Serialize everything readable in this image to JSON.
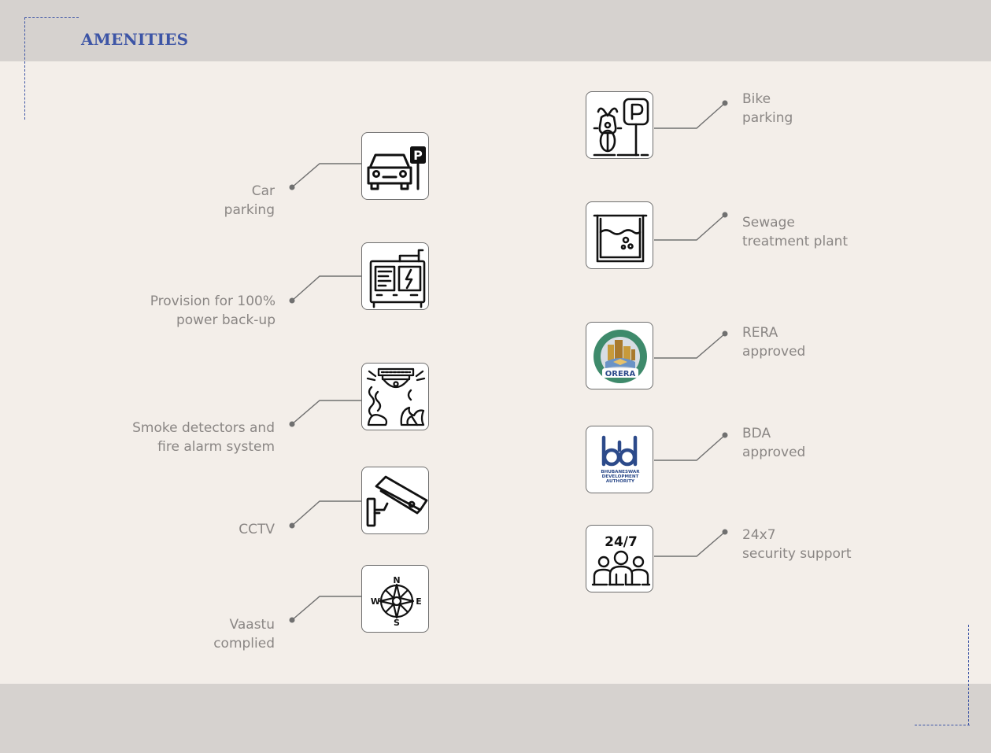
{
  "header": {
    "title": "AMENITIES"
  },
  "colors": {
    "accent": "#3d55a6",
    "band": "#d6d2cf",
    "background": "#f3eee9",
    "label": "#8a8684",
    "connector": "#707070"
  },
  "amenities_left": [
    {
      "icon": "car-parking-icon",
      "line1": "Car",
      "line2": "parking"
    },
    {
      "icon": "power-generator-icon",
      "line1": "Provision for 100%",
      "line2": "power back-up"
    },
    {
      "icon": "smoke-detector-icon",
      "line1": "Smoke detectors and",
      "line2": "fire alarm system"
    },
    {
      "icon": "cctv-camera-icon",
      "line1": "CCTV",
      "line2": ""
    },
    {
      "icon": "compass-icon",
      "line1": "Vaastu",
      "line2": "complied"
    }
  ],
  "amenities_right": [
    {
      "icon": "bike-parking-icon",
      "line1": "Bike",
      "line2": "parking"
    },
    {
      "icon": "sewage-tank-icon",
      "line1": "Sewage",
      "line2": "treatment plant"
    },
    {
      "icon": "rera-seal-icon",
      "line1": "RERA",
      "line2": "approved"
    },
    {
      "icon": "bda-logo-icon",
      "line1": "BDA",
      "line2": "approved"
    },
    {
      "icon": "security-team-icon",
      "line1": "24x7",
      "line2": "security support"
    }
  ],
  "icon_text": {
    "parking_letter": "P",
    "compass": {
      "n": "N",
      "e": "E",
      "s": "S",
      "w": "W"
    },
    "rera_logo_text": "ORERA",
    "bda_logo_lines": [
      "BHUBANESWAR",
      "DEVELOPMENT",
      "AUTHORITY"
    ],
    "security_hours": "24/7"
  }
}
